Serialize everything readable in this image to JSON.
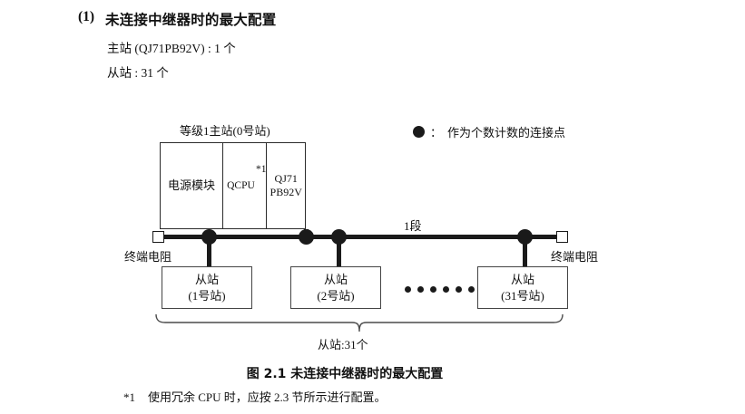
{
  "heading": {
    "number": "(1)",
    "title": "未连接中继器时的最大配置",
    "master_spec": "主站 (QJ71PB92V) : 1 个",
    "slave_spec": "从站 : 31 个"
  },
  "legend": {
    "dot_icon": "filled-circle-icon",
    "colon": "：",
    "text": "作为个数计数的连接点"
  },
  "diagram": {
    "master_station_label": "等级1主站(0号站)",
    "rack": {
      "power_module": "电源模块",
      "cpu_module": "QCPU",
      "cpu_footnote_mark": "*1",
      "network_module": "QJ71\nPB92V"
    },
    "segment_label": "1段",
    "terminal_resistor_left": "终端电阻",
    "terminal_resistor_right": "终端电阻",
    "slaves": [
      {
        "name": "从站",
        "number": "(1号站)"
      },
      {
        "name": "从站",
        "number": "(2号站)"
      },
      {
        "name": "从站",
        "number": "(31号站)"
      }
    ],
    "ellipsis_dot_count": 6,
    "total_label": "从站:31个"
  },
  "caption": "图 2.1  未连接中继器时的最大配置",
  "footnote": {
    "mark": "*1",
    "text": "使用冗余 CPU 时，应按 2.3 节所示进行配置。"
  },
  "colors": {
    "ink": "#1a1a1a",
    "box_border": "#444444",
    "background": "#ffffff"
  }
}
